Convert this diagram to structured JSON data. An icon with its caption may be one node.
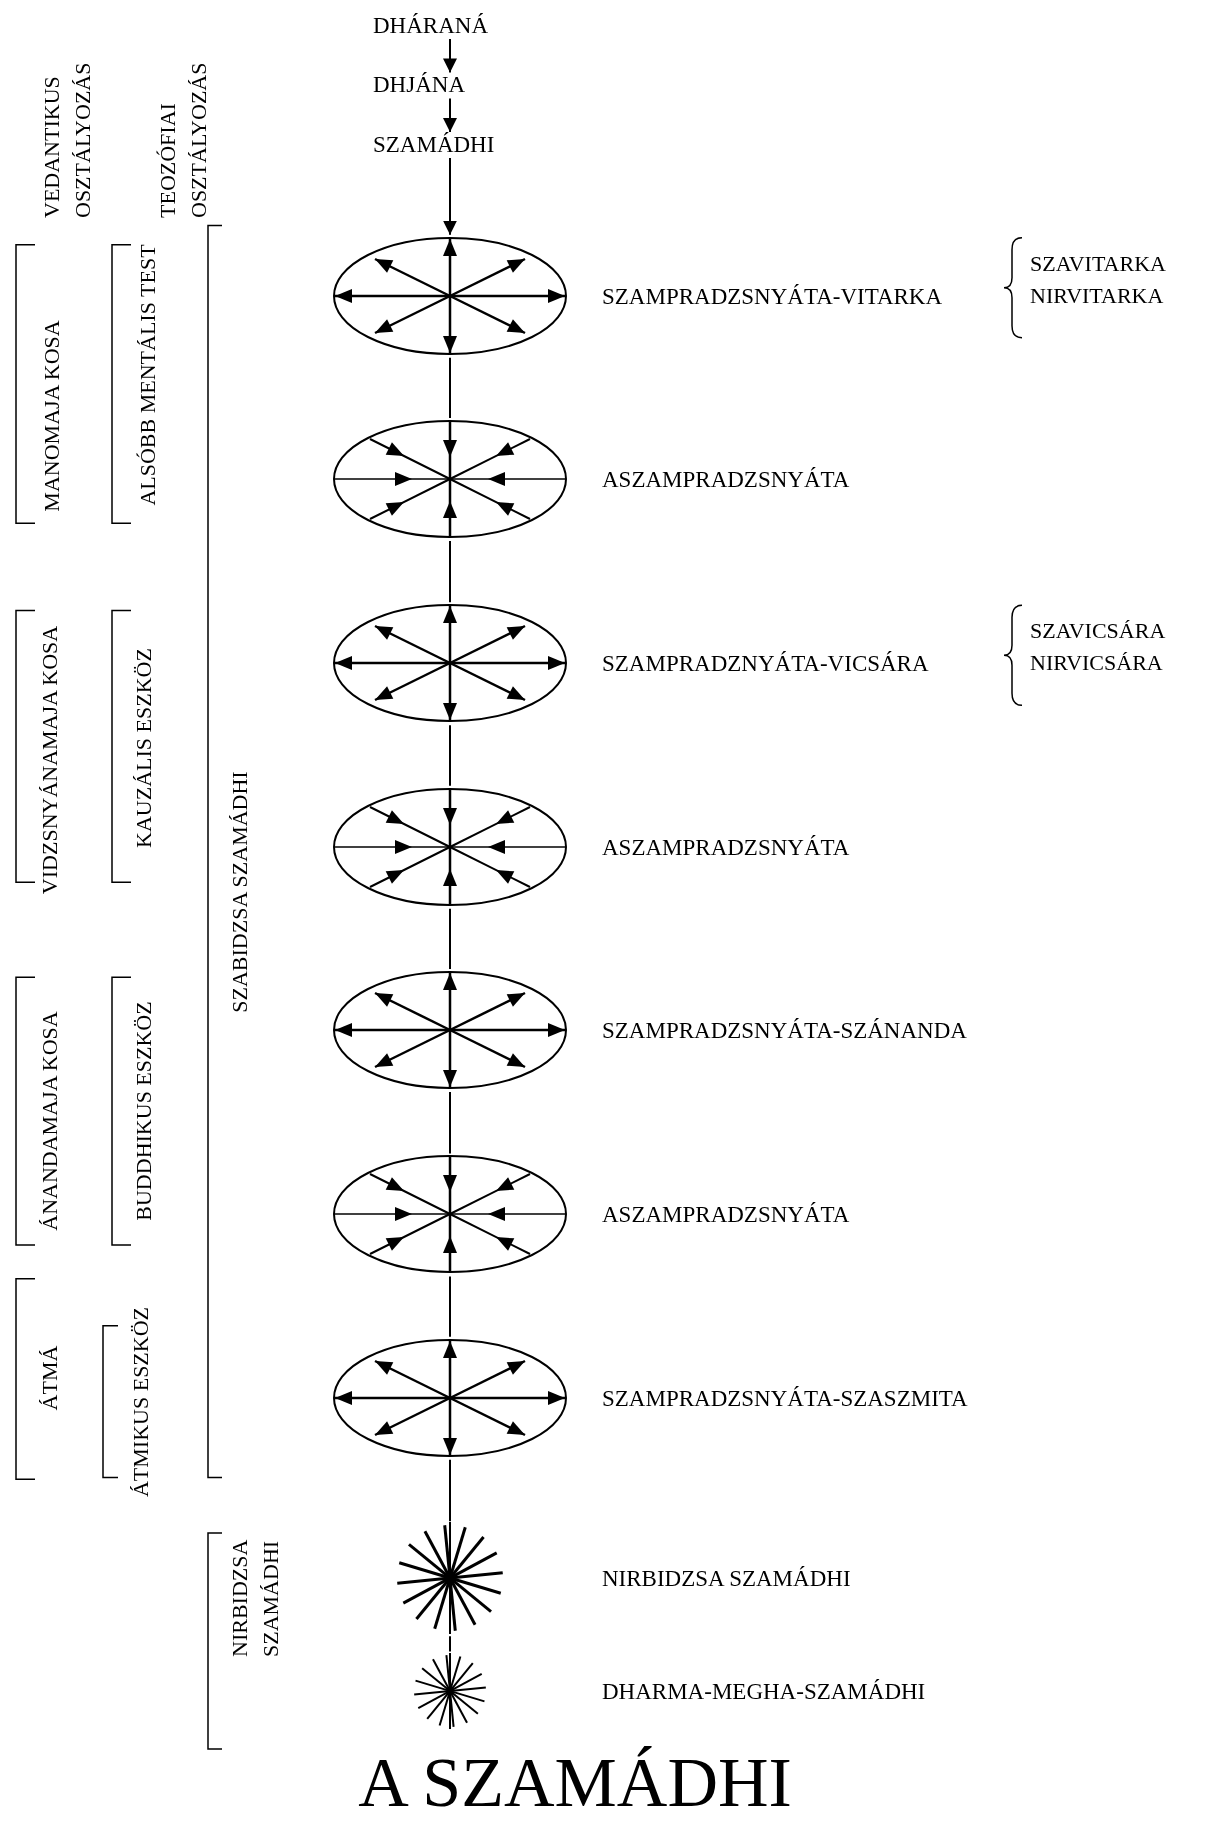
{
  "diagram": {
    "title": "A SZAMÁDHI",
    "nodes": [
      {
        "text": [
          "DHÁRANÁ"
        ]
      },
      {
        "text": [
          "DHJÁNA"
        ]
      },
      {
        "text": [
          "SZAMÁDHI"
        ]
      },
      {
        "text": [],
        "shape": "ellipse",
        "beside": [
          "SZAMPRADZSNYÁTA-VITARKA",
          "SZAVITARKA",
          "NIRVITARKA"
        ]
      },
      {
        "text": [],
        "shape": "ellipse",
        "beside": [
          "ASZAMPRADZSNYÁTA"
        ]
      },
      {
        "text": [],
        "shape": "ellipse",
        "beside": [
          "SZAMPRADZNYÁTA-VICSÁRA",
          "SZAVICSÁRA",
          "NIRVICSÁRA"
        ]
      },
      {
        "text": [],
        "shape": "ellipse",
        "beside": [
          "ASZAMPRADZSNYÁTA"
        ]
      },
      {
        "text": [],
        "shape": "ellipse",
        "beside": [
          "SZAMPRADZSNYÁTA-SZÁNANDA"
        ]
      },
      {
        "text": [],
        "shape": "ellipse",
        "beside": [
          "ASZAMPRADZSNYÁTA"
        ]
      },
      {
        "text": [],
        "shape": "ellipse",
        "beside": [
          "SZAMPRADZSNYÁTA-SZASZMITA"
        ]
      },
      {
        "text": [],
        "shape": "star"
      },
      {
        "text": [],
        "shape": "star"
      }
    ],
    "edges": [
      {
        "from": 0,
        "to": 1,
        "arrow": "to"
      },
      {
        "from": 1,
        "to": 2,
        "arrow": "to"
      },
      {
        "from": 2,
        "to": 3,
        "arrow": "to"
      },
      {
        "from": 3,
        "to": 4,
        "arrow": "none"
      },
      {
        "from": 4,
        "to": 5,
        "arrow": "none"
      },
      {
        "from": 5,
        "to": 6,
        "arrow": "none"
      },
      {
        "from": 6,
        "to": 7,
        "arrow": "none"
      },
      {
        "from": 7,
        "to": 8,
        "arrow": "none"
      },
      {
        "from": 8,
        "to": 9,
        "arrow": "none"
      },
      {
        "from": 9,
        "to": 10,
        "arrow": "none"
      },
      {
        "from": 10,
        "to": 11,
        "arrow": "none"
      }
    ],
    "labels": [
      "VEDANTIKUS OSZTÁLYOZÁS",
      "TEOZÓFIAI OSZTÁLYOZÁS",
      "MANOMAJA KOSA",
      "ALSÓBB MENTÁLIS TEST",
      "SZABIDZSA SZAMÁDHI",
      "VIDZSNYÁNAMAJA KOSA",
      "KAUZÁLIS ESZKÖZ",
      "ÁNANDAMAJA KOSA",
      "BUDDHIKUS ESZKÖZ",
      "ÁTMÁ",
      "ÁTMIKUS ESZKÖZ",
      "NIRBIDZSA SZAMÁDHI",
      "NIRBIDZSA SZAMÁDHI",
      "DHARMA-MEGHA-SZAMÁDHI"
    ]
  }
}
